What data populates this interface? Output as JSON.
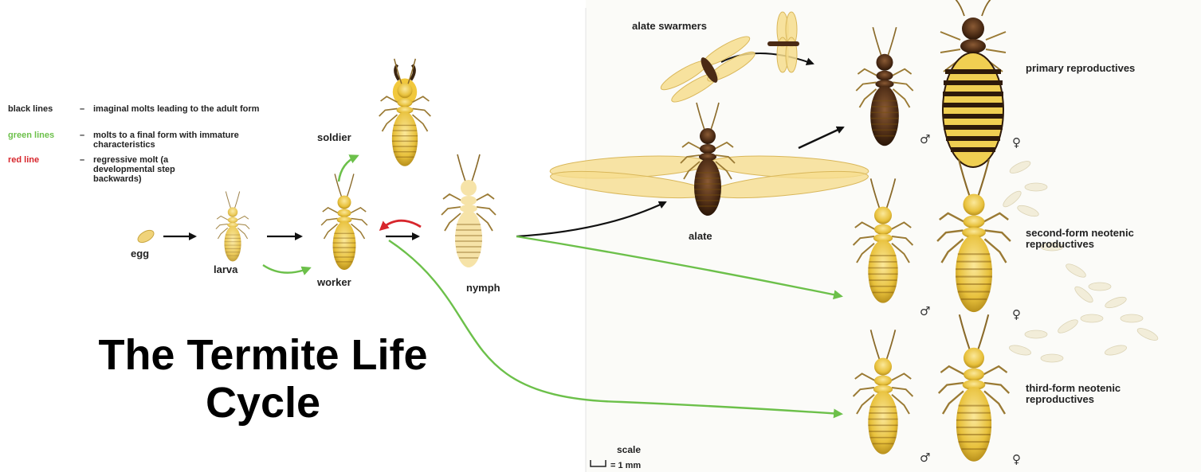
{
  "title": {
    "line1": "The Termite Life",
    "line2": "Cycle"
  },
  "legend": [
    {
      "key": "black lines",
      "dash": "–",
      "desc": "imaginal molts leading to the adult form",
      "color": "#222222"
    },
    {
      "key": "green lines",
      "dash": "–",
      "desc": "molts to a final form with immature characteristics",
      "color": "#6cc04a"
    },
    {
      "key": "red line",
      "dash": "–",
      "desc": "regressive molt (a developmental step backwards)",
      "color": "#d7262c"
    }
  ],
  "stages": {
    "egg": "egg",
    "larva": "larva",
    "worker": "worker",
    "soldier": "soldier",
    "nymph": "nymph",
    "alate": "alate",
    "alate_swarmers": "alate swarmers"
  },
  "castes": {
    "primary": "primary reproductives",
    "second": "second-form neotenic reproductives",
    "third": "third-form neotenic reproductives"
  },
  "sex_symbols": {
    "male": "♂",
    "female": "♀"
  },
  "scale": {
    "label": "scale",
    "value": "= 1 mm"
  },
  "colors": {
    "arrow_black": "#111111",
    "arrow_green": "#6cc04a",
    "arrow_red": "#d7262c",
    "body_yellow": "#e6c13a",
    "body_brown": "#4a2a14",
    "wing": "#f4dc8a"
  }
}
